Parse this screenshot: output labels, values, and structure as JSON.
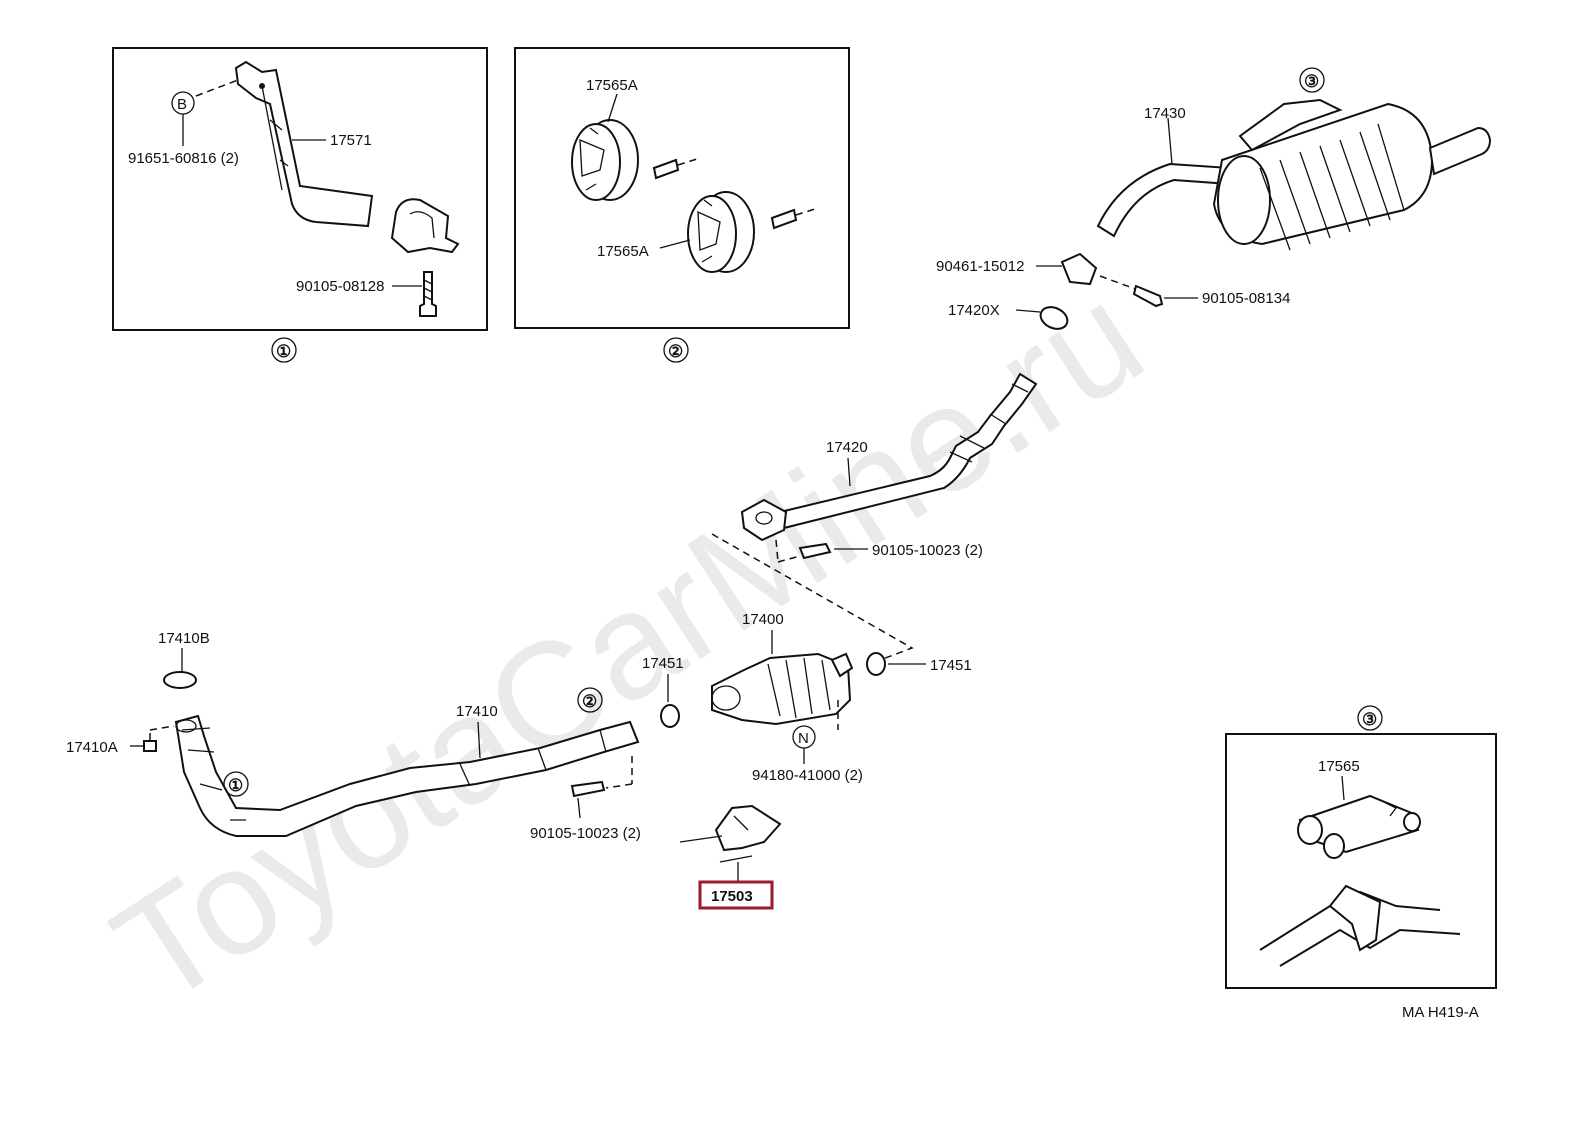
{
  "watermark": "ToyotaCarMine.ru",
  "inset_boxes": {
    "box1": {
      "number": "①",
      "parts": {
        "bolt_b": "B",
        "bolt_b_code": "91651-60816 (2)",
        "bracket": "17571",
        "bolt": "90105-08128"
      }
    },
    "box2": {
      "number": "②",
      "parts": {
        "hanger_top": "17565A",
        "hanger_bottom": "17565A"
      }
    },
    "box3": {
      "number": "③",
      "parts": {
        "hanger": "17565"
      }
    }
  },
  "tailpipe": {
    "ref_number": "③",
    "muffler": "17430",
    "gasket_holder": "90461-15012",
    "gasket_ring": "17420X",
    "bolt": "90105-08134"
  },
  "center_pipe": {
    "pipe": "17420",
    "bolt": "90105-10023 (2)"
  },
  "converter": {
    "unit": "17400",
    "gasket_left": "17451",
    "gasket_right": "17451",
    "nut_symbol": "N",
    "nut_code": "94180-41000 (2)"
  },
  "front_pipe": {
    "pipe": "17410",
    "gasket": "17410B",
    "stud": "17410A",
    "ref_1": "①",
    "ref_2": "②",
    "bolt": "90105-10023 (2)"
  },
  "highlighted_part": "17503",
  "figure_code": "MA H419-A"
}
